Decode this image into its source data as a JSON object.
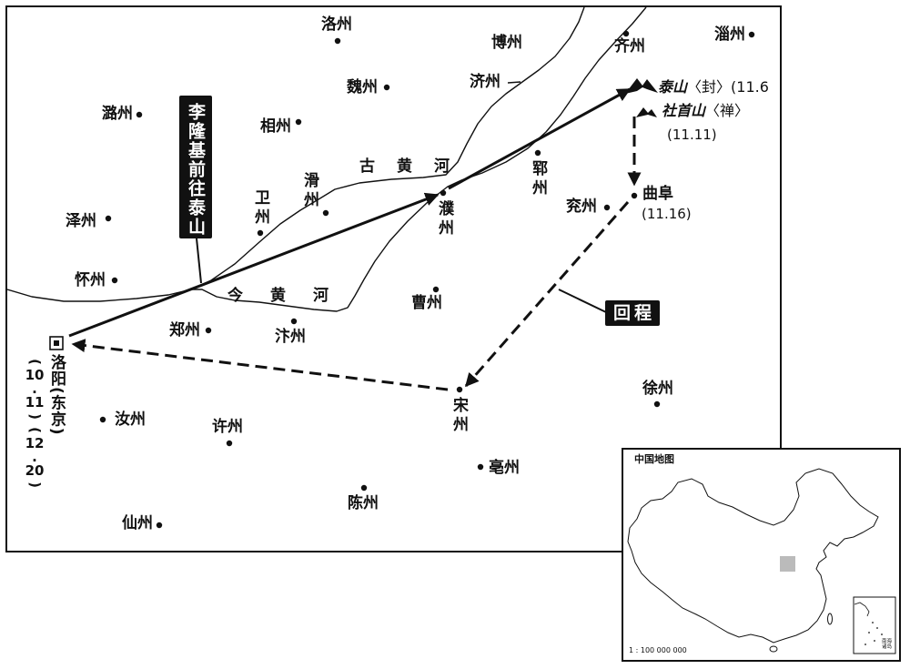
{
  "cities": {
    "luozhou": "洛州",
    "bozhou": "博州",
    "qizhou": "齐州",
    "zizhou": "淄州",
    "weizhou": "魏州",
    "jizhou": "济州",
    "luzhou": "潞州",
    "xiangzhou": "相州",
    "yunzhou": "郓州",
    "weizhou2": "卫州",
    "huazhou": "滑州",
    "puzhou": "濮州",
    "yanzhou": "兖州",
    "zezhou": "泽州",
    "huaizhou": "怀州",
    "caozhou": "曹州",
    "zhengzhou": "郑州",
    "bianzhou": "汴州",
    "songzhou": "宋州",
    "xuzhou": "徐州",
    "ruzhou": "汝州",
    "xuzhou2": "许州",
    "bozhou2": "亳州",
    "chenzhou": "陈州",
    "xianzhou": "仙州"
  },
  "rivers": {
    "ancient": "古黄河",
    "current": "今黄河"
  },
  "mountains": {
    "taishan": {
      "name": "泰山",
      "rite": "〈封〉",
      "date": "(11.6"
    },
    "sheshou": {
      "name": "社首山",
      "rite": "〈禅〉",
      "date": "(11.11)"
    }
  },
  "qufu": {
    "name": "曲阜",
    "date": "(11.16)"
  },
  "luoyang": {
    "name": "洛阳(东京)",
    "dates": "(10.11)(12.20)"
  },
  "callouts": {
    "outbound": "李隆基前往泰山",
    "return": "回程"
  },
  "inset": {
    "title": "中国地图",
    "scale": "1 : 100 000 000",
    "scs": "南海诸岛"
  },
  "colors": {
    "ink": "#111111",
    "highlight": "#bbbbbb"
  },
  "icons": [
    "mountain-icon",
    "capital-square-icon",
    "city-dot-icon",
    "arrow-icon"
  ]
}
